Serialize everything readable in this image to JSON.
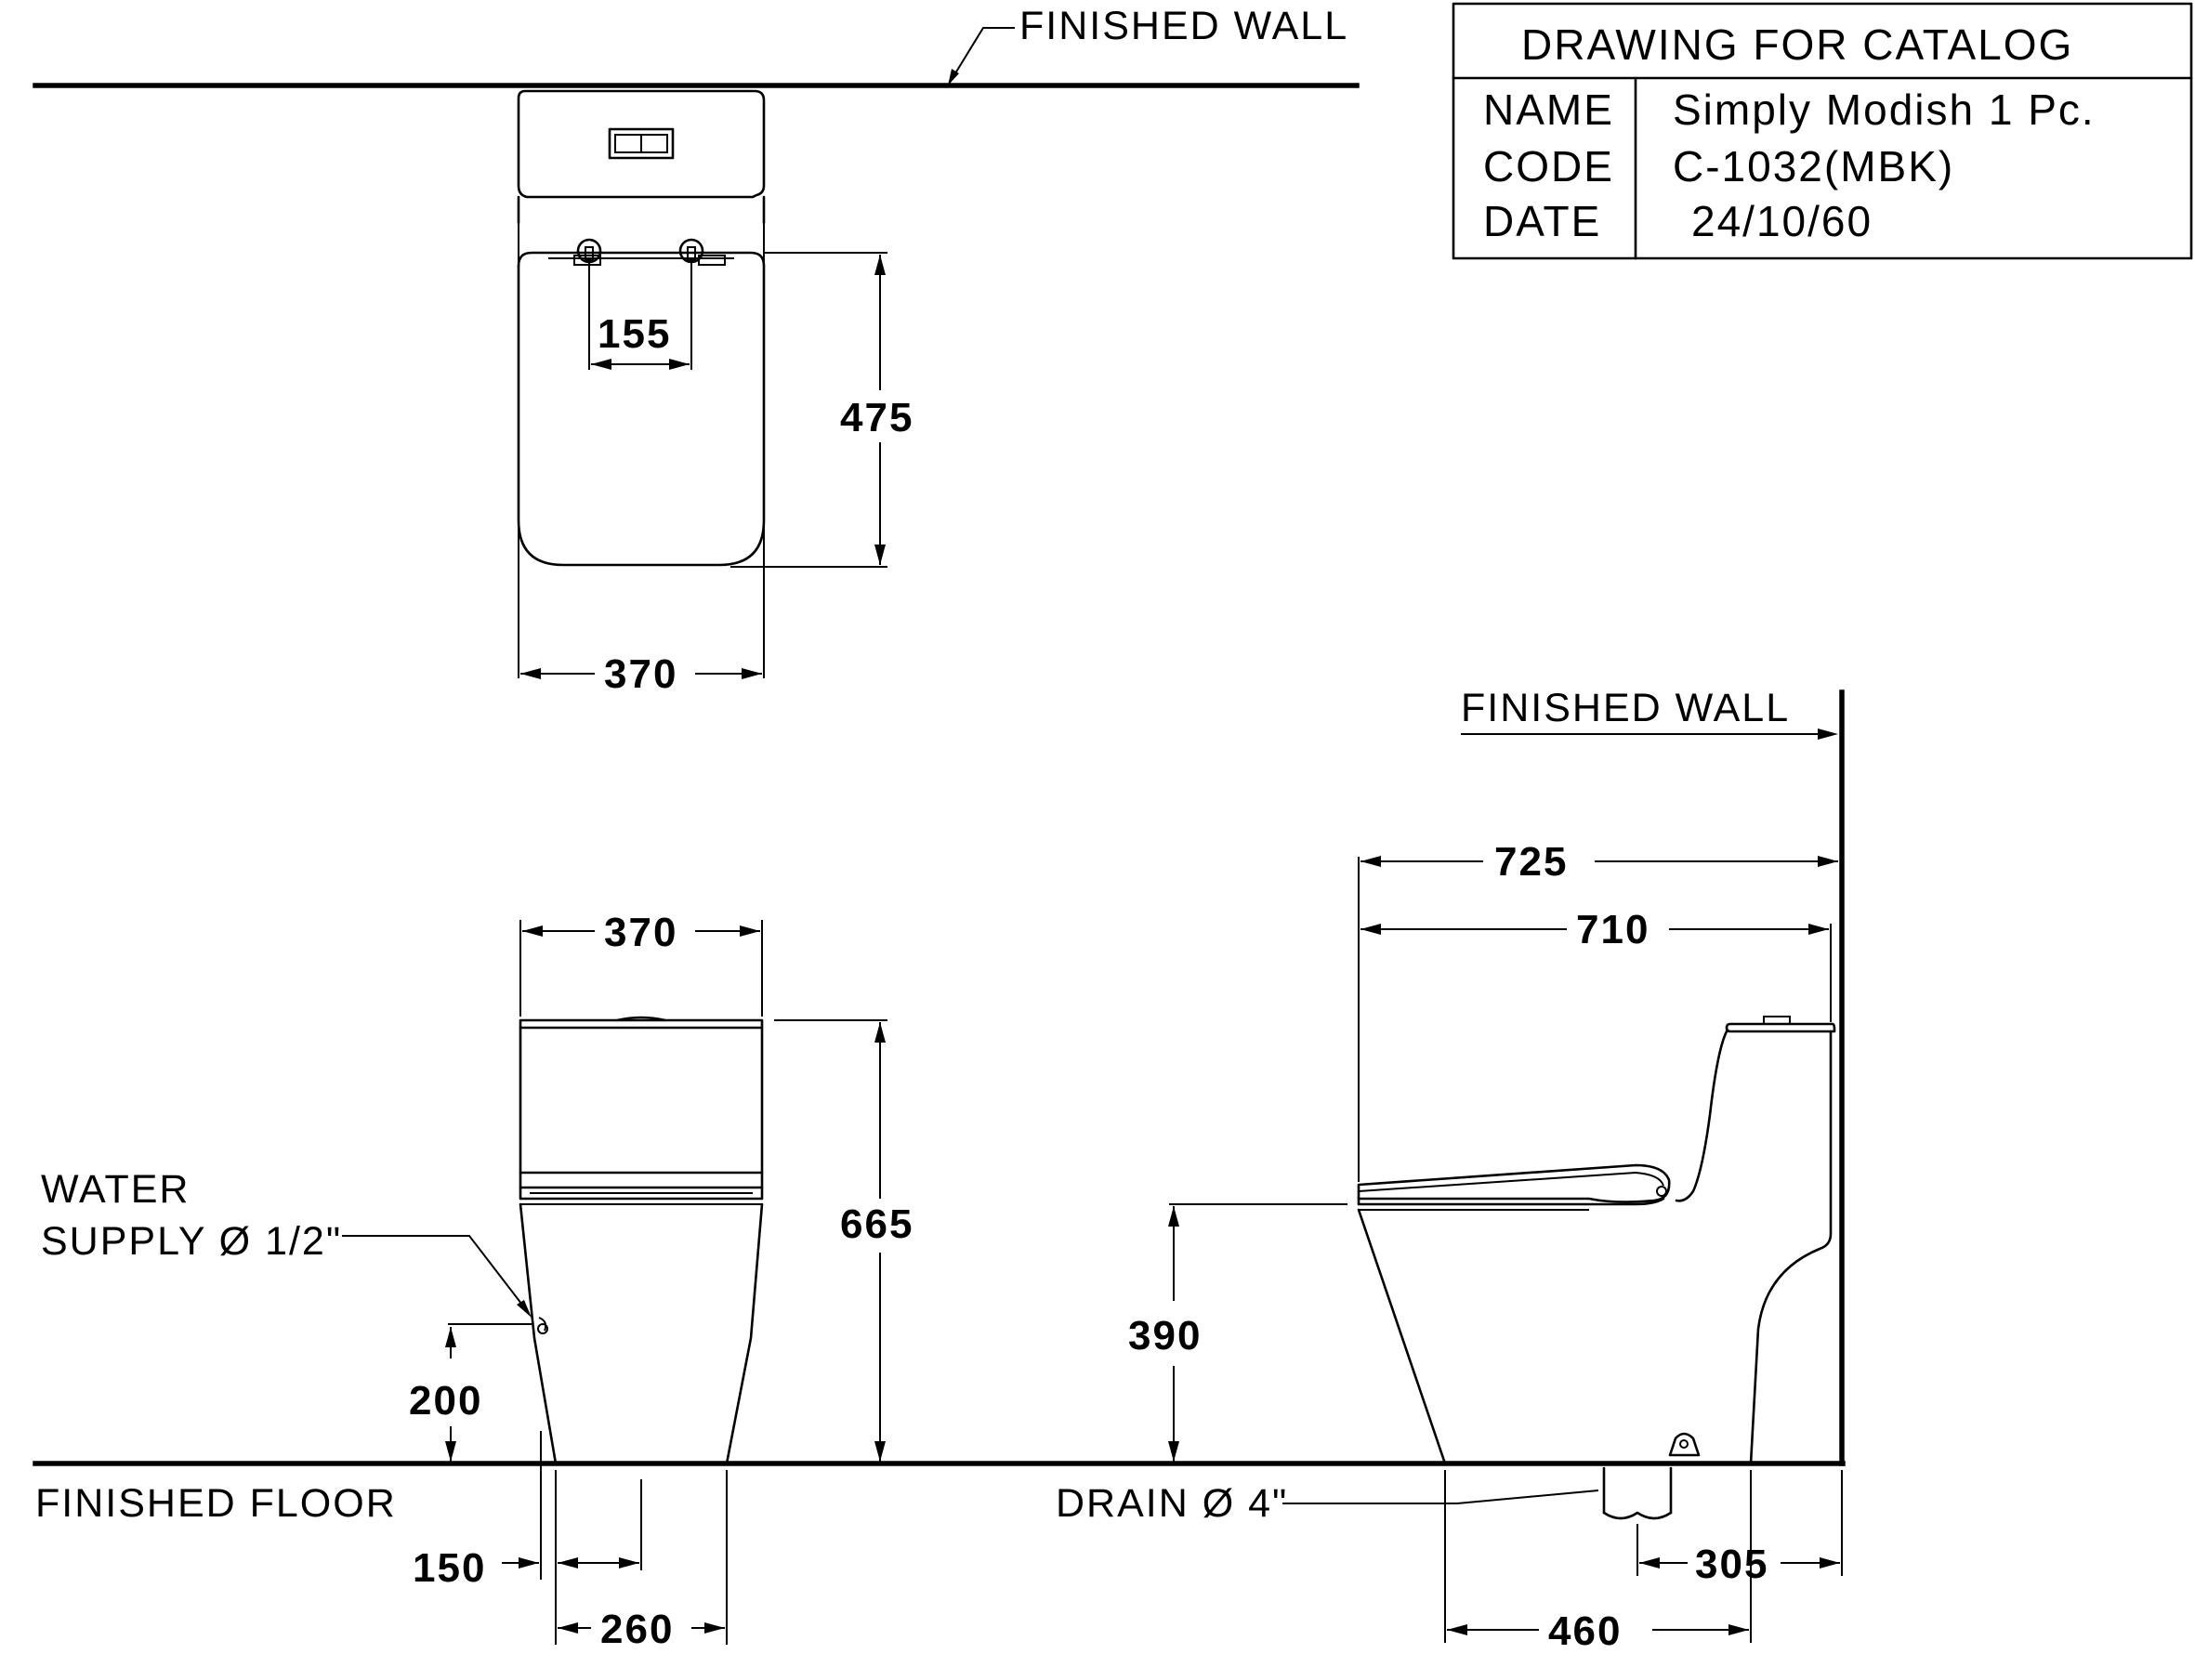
{
  "title_block": {
    "heading": "DRAWING FOR CATALOG",
    "name_label": "NAME",
    "name_value": "Simply Modish 1 Pc.",
    "code_label": "CODE",
    "code_value": "C-1032(MBK)",
    "date_label": "DATE",
    "date_value": "24/10/60"
  },
  "labels": {
    "finished_wall_top": "FINISHED WALL",
    "finished_wall_side": "FINISHED WALL",
    "finished_floor": "FINISHED FLOOR",
    "water_supply_line1": "WATER",
    "water_supply_line2": "SUPPLY Ø 1/2\"",
    "drain": "DRAIN Ø 4\""
  },
  "dimensions": {
    "top_hole_spacing": "155",
    "top_depth": "475",
    "top_width": "370",
    "front_width": "370",
    "front_height": "665",
    "water_supply_height": "200",
    "water_supply_offset": "150",
    "front_base_width": "260",
    "side_overall_depth": "725",
    "side_body_depth": "710",
    "side_seat_height": "390",
    "side_base_depth": "460",
    "side_drain_distance": "305"
  }
}
